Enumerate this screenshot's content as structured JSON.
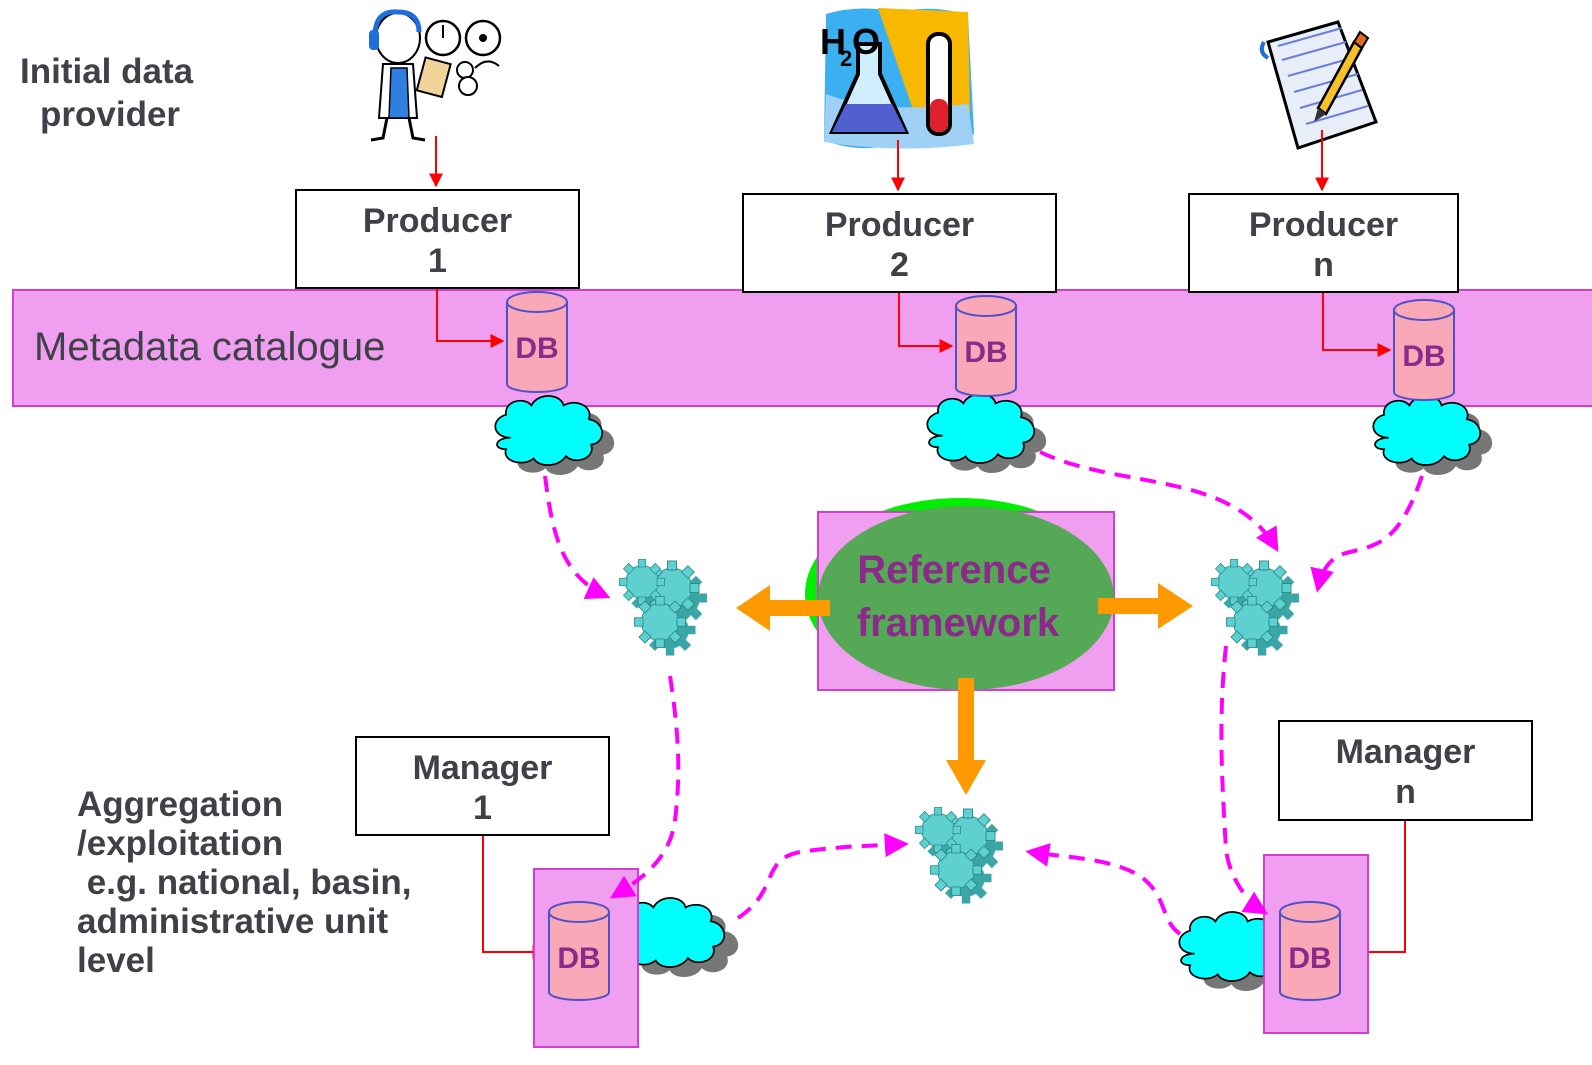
{
  "labels": {
    "initial_provider_line1": "Initial data",
    "initial_provider_line2": "provider",
    "metadata_catalogue": "Metadata catalogue",
    "aggregation_line1": "Aggregation",
    "aggregation_line2": "/exploitation",
    "aggregation_line3": " e.g. national, basin,",
    "aggregation_line4": "administrative unit",
    "aggregation_line5": "level"
  },
  "producers": [
    {
      "line1": "Producer",
      "line2": "1"
    },
    {
      "line1": "Producer",
      "line2": "2"
    },
    {
      "line1": "Producer",
      "line2": "n"
    }
  ],
  "managers": [
    {
      "line1": "Manager",
      "line2": "1"
    },
    {
      "line1": "Manager",
      "line2": "n"
    }
  ],
  "db_label": "DB",
  "reference": {
    "line1": "Reference",
    "line2": "framework"
  },
  "icons": [
    "worker-with-gauges-icon",
    "chemistry-flask-icon",
    "notepad-pencil-icon",
    "gears-icon",
    "cloud-icon",
    "database-icon"
  ],
  "colors": {
    "band_fill": "#f09ff0",
    "db_fill": "#f9a8b8",
    "cloud_fill": "#00ffff",
    "gear_fill": "#5fd0d0",
    "ref_fill": "#55a855",
    "ref_text": "#8b2a8b",
    "dashed_arrow": "#ff00ff",
    "solid_arrow": "#ff0000",
    "orange_arrow": "#ff9900"
  }
}
